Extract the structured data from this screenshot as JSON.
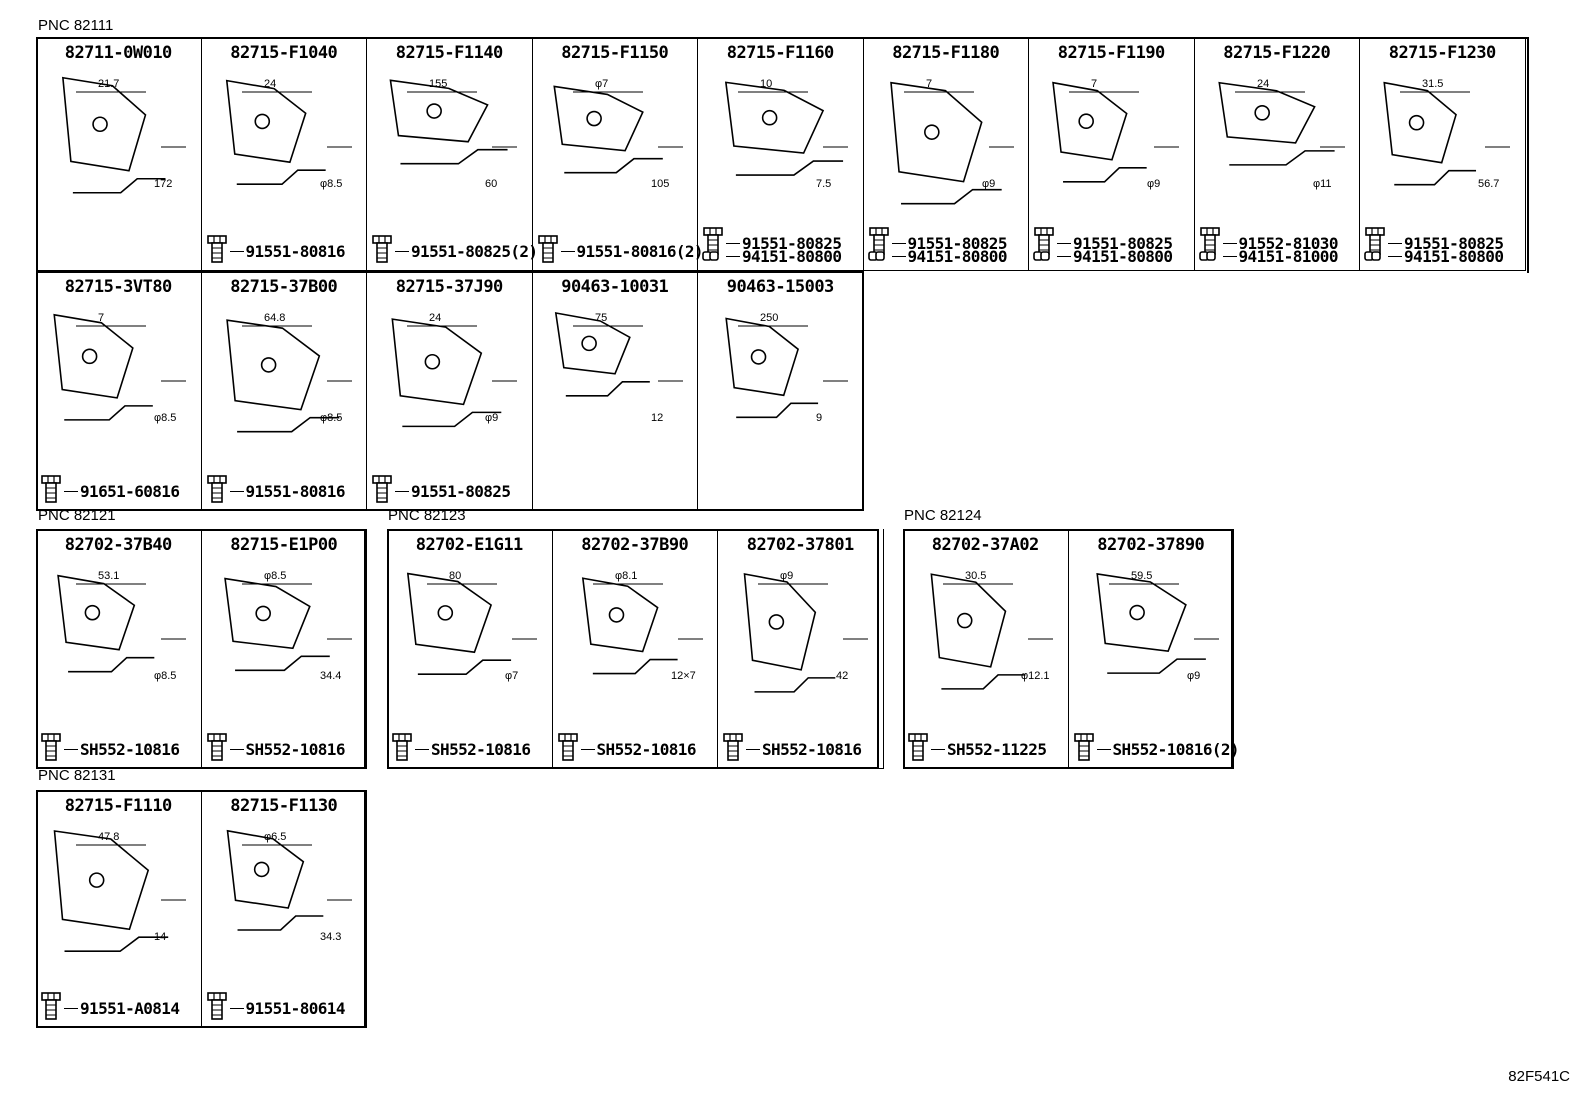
{
  "groups": [
    {
      "pnc": "PNC 82111",
      "parts": [
        {
          "pn": "82711-0W010",
          "dims": [
            "21.7",
            "172"
          ],
          "bolts": []
        },
        {
          "pn": "82715-F1040",
          "dims": [
            "24",
            "φ8.5"
          ],
          "bolts": [
            "91551-80816"
          ]
        },
        {
          "pn": "82715-F1140",
          "dims": [
            "155",
            "60"
          ],
          "bolts": [
            "91551-80825(2)"
          ]
        },
        {
          "pn": "82715-F1150",
          "dims": [
            "φ7",
            "105"
          ],
          "bolts": [
            "91551-80816(2)"
          ]
        },
        {
          "pn": "82715-F1160",
          "dims": [
            "10",
            "7.5"
          ],
          "bolts": [
            "91551-80825",
            "94151-80800"
          ]
        },
        {
          "pn": "82715-F1180",
          "dims": [
            "7",
            "φ9"
          ],
          "bolts": [
            "91551-80825",
            "94151-80800"
          ]
        },
        {
          "pn": "82715-F1190",
          "dims": [
            "7",
            "φ9"
          ],
          "bolts": [
            "91551-80825",
            "94151-80800"
          ]
        },
        {
          "pn": "82715-F1220",
          "dims": [
            "24",
            "φ11"
          ],
          "bolts": [
            "91552-81030",
            "94151-81000"
          ]
        },
        {
          "pn": "82715-F1230",
          "dims": [
            "31.5",
            "56.7"
          ],
          "bolts": [
            "91551-80825",
            "94151-80800"
          ]
        },
        {
          "pn": "82715-3VT80",
          "dims": [
            "7",
            "φ8.5"
          ],
          "bolts": [
            "91651-60816"
          ]
        },
        {
          "pn": "82715-37B00",
          "dims": [
            "64.8",
            "φ8.5"
          ],
          "bolts": [
            "91551-80816"
          ]
        },
        {
          "pn": "82715-37J90",
          "dims": [
            "24",
            "φ9"
          ],
          "bolts": [
            "91551-80825"
          ]
        },
        {
          "pn": "90463-10031",
          "dims": [
            "75",
            "12"
          ],
          "bolts": []
        },
        {
          "pn": "90463-15003",
          "dims": [
            "250",
            "9"
          ],
          "bolts": []
        }
      ]
    },
    {
      "pnc": "PNC 82121",
      "parts": [
        {
          "pn": "82702-37B40",
          "dims": [
            "53.1",
            "φ8.5"
          ],
          "bolts": [
            "SH552-10816"
          ]
        },
        {
          "pn": "82715-E1P00",
          "dims": [
            "φ8.5",
            "34.4"
          ],
          "bolts": [
            "SH552-10816"
          ]
        }
      ]
    },
    {
      "pnc": "PNC 82123",
      "parts": [
        {
          "pn": "82702-E1G11",
          "dims": [
            "80",
            "φ7"
          ],
          "bolts": [
            "SH552-10816"
          ]
        },
        {
          "pn": "82702-37B90",
          "dims": [
            "φ8.1",
            "12×7"
          ],
          "bolts": [
            "SH552-10816"
          ]
        },
        {
          "pn": "82702-37801",
          "dims": [
            "φ9",
            "42"
          ],
          "bolts": [
            "SH552-10816"
          ]
        }
      ]
    },
    {
      "pnc": "PNC 82124",
      "parts": [
        {
          "pn": "82702-37A02",
          "dims": [
            "30.5",
            "φ12.1"
          ],
          "bolts": [
            "SH552-11225"
          ]
        },
        {
          "pn": "82702-37890",
          "dims": [
            "59.5",
            "φ9"
          ],
          "bolts": [
            "SH552-10816(2)"
          ]
        }
      ]
    },
    {
      "pnc": "PNC 82131",
      "parts": [
        {
          "pn": "82715-F1110",
          "dims": [
            "47.8",
            "14"
          ],
          "bolts": [
            "91551-A0814"
          ]
        },
        {
          "pn": "82715-F1130",
          "dims": [
            "φ6.5",
            "34.3"
          ],
          "bolts": [
            "91551-80614"
          ]
        }
      ]
    }
  ],
  "figure_code": "82F541C"
}
